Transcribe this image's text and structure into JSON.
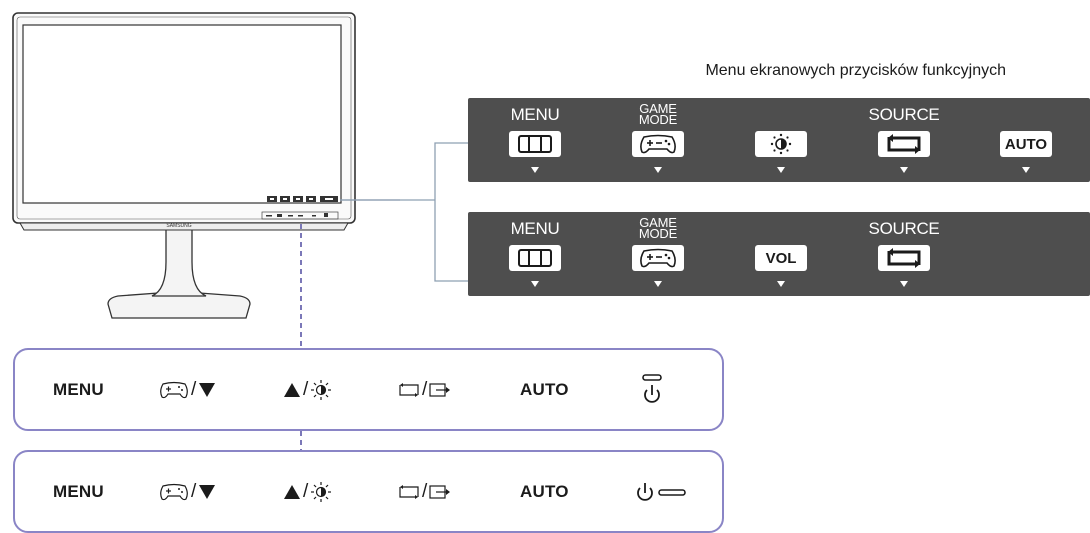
{
  "monitor": {
    "brand": "SAMSUNG"
  },
  "osd": {
    "title": "Menu ekranowych przycisków funkcyjnych",
    "row1": [
      {
        "label": "MENU",
        "icon": "menu-grid-icon"
      },
      {
        "label": "GAME\nMODE",
        "label1": "GAME",
        "label2": "MODE",
        "icon": "gamepad-icon"
      },
      {
        "label": "",
        "icon": "brightness-icon"
      },
      {
        "label": "SOURCE",
        "icon": "source-loop-icon"
      },
      {
        "label": "",
        "key_text": "AUTO",
        "icon": "auto-key"
      }
    ],
    "row2": [
      {
        "label": "MENU",
        "icon": "menu-grid-icon"
      },
      {
        "label1": "GAME",
        "label2": "MODE",
        "icon": "gamepad-icon"
      },
      {
        "label": "",
        "key_text": "VOL",
        "icon": "vol-key"
      },
      {
        "label": "SOURCE",
        "icon": "source-loop-icon"
      }
    ]
  },
  "panel": {
    "menu": "MENU",
    "auto": "AUTO",
    "slash": "/"
  },
  "colors": {
    "osd_bg": "#4e4e4e",
    "panel_border": "#8a85c6",
    "dashed": "#7b78b8",
    "connector": "#8ea0b2"
  }
}
